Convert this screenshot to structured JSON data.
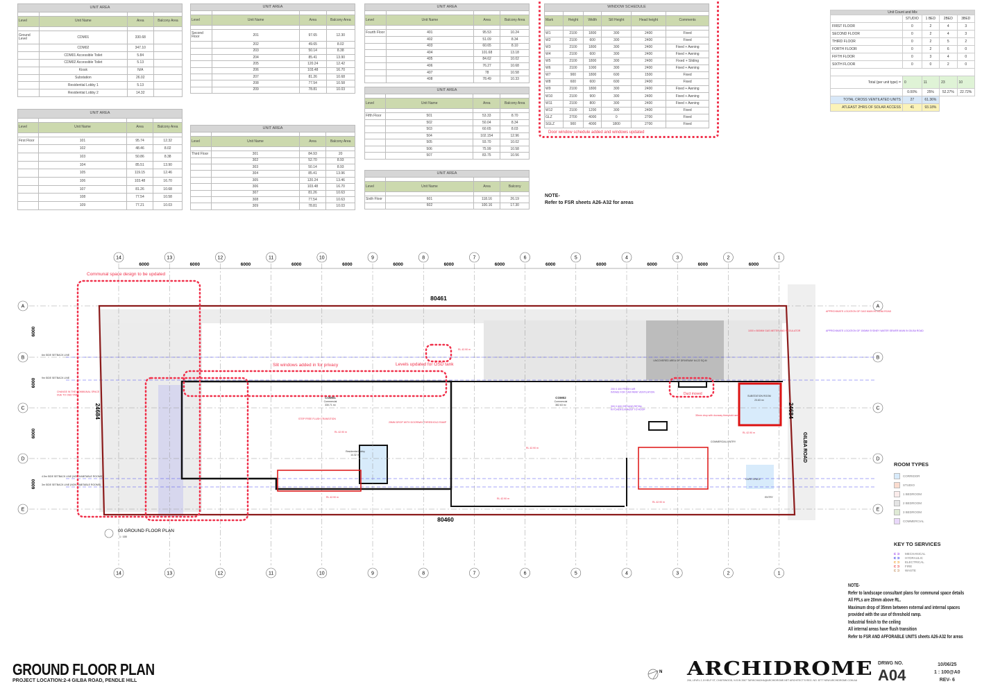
{
  "unit_tables": [
    {
      "title": "UNIT AREA",
      "headers": [
        "Level",
        "Unit Name",
        "Area",
        "Balcony Area"
      ],
      "level": "Ground Level",
      "rows": [
        [
          "CDM01",
          "330.68",
          ""
        ],
        [
          "CDM02",
          "347.10",
          ""
        ],
        [
          "CDM01 Accessible Toilet",
          "5.84",
          ""
        ],
        [
          "CDM02 Accessible Toilet",
          "5.13",
          ""
        ],
        [
          "Kiosk",
          "N/A",
          ""
        ],
        [
          "Substation",
          "26.02",
          ""
        ],
        [
          "Residential Lobby 1",
          "5.13",
          ""
        ],
        [
          "Residential Lobby 2",
          "14.32",
          ""
        ]
      ]
    },
    {
      "title": "UNIT AREA",
      "headers": [
        "Level",
        "Unit Name",
        "Area",
        "Balcony Area"
      ],
      "level": "First Floor",
      "rows": [
        [
          "101",
          "95.74",
          "12.32"
        ],
        [
          "102",
          "48.46",
          "8.02"
        ],
        [
          "103",
          "50.86",
          "8.38"
        ],
        [
          "104",
          "85.51",
          "13.90"
        ],
        [
          "105",
          "119.15",
          "12.46"
        ],
        [
          "106",
          "103.48",
          "16.70"
        ],
        [
          "107",
          "81.26",
          "10.68"
        ],
        [
          "108",
          "77.54",
          "10.58"
        ],
        [
          "109",
          "77.21",
          "10.03"
        ]
      ]
    },
    {
      "title": "UNIT AREA",
      "headers": [
        "Level",
        "Unit Name",
        "Area",
        "Balcony Area"
      ],
      "level": "Second Floor",
      "rows": [
        [
          "201",
          "97.65",
          "12.30"
        ],
        [
          "202",
          "49.65",
          "8.02"
        ],
        [
          "203",
          "50.14",
          "8.38"
        ],
        [
          "204",
          "85.41",
          "13.90"
        ],
        [
          "205",
          "120.24",
          "12.42"
        ],
        [
          "206",
          "103.48",
          "16.70"
        ],
        [
          "207",
          "81.26",
          "10.68"
        ],
        [
          "208",
          "77.54",
          "10.58"
        ],
        [
          "209",
          "78.81",
          "10.03"
        ]
      ]
    },
    {
      "title": "UNIT AREA",
      "headers": [
        "Level",
        "Unit Name",
        "Area",
        "Balcony Area"
      ],
      "level": "Third Floor",
      "rows": [
        [
          "301",
          "84.93",
          "20"
        ],
        [
          "302",
          "52.70",
          "8.93"
        ],
        [
          "303",
          "50.14",
          "8.93"
        ],
        [
          "304",
          "85.41",
          "13.96"
        ],
        [
          "305",
          "120.24",
          "13.46"
        ],
        [
          "306",
          "103.48",
          "16.70"
        ],
        [
          "307",
          "81.26",
          "10.63"
        ],
        [
          "308",
          "77.54",
          "10.63"
        ],
        [
          "309",
          "78.81",
          "10.03"
        ]
      ]
    },
    {
      "title": "UNIT AREA",
      "headers": [
        "Level",
        "Unit Name",
        "Area",
        "Balcony Area"
      ],
      "level": "Fourth Floor",
      "rows": [
        [
          "401",
          "95.53",
          "10.24"
        ],
        [
          "402",
          "51.09",
          "8.34"
        ],
        [
          "403",
          "60.65",
          "8.10"
        ],
        [
          "404",
          "101.68",
          "13.18"
        ],
        [
          "405",
          "84.62",
          "10.02"
        ],
        [
          "406",
          "76.27",
          "10.68"
        ],
        [
          "407",
          "78",
          "10.58"
        ],
        [
          "408",
          "78.49",
          "10.33"
        ]
      ]
    },
    {
      "title": "UNIT AREA",
      "headers": [
        "Level",
        "Unit Name",
        "Area",
        "Balcony Area"
      ],
      "level": "Fifth Floor",
      "rows": [
        [
          "501",
          "53.33",
          "8.70"
        ],
        [
          "502",
          "50.04",
          "8.34"
        ],
        [
          "503",
          "60.65",
          "8.03"
        ],
        [
          "504",
          "102.154",
          "12.96"
        ],
        [
          "505",
          "93.70",
          "10.02"
        ],
        [
          "506",
          "75.99",
          "10.58"
        ],
        [
          "507",
          "83.75",
          "10.56"
        ]
      ]
    },
    {
      "title": "UNIT AREA",
      "headers": [
        "Level",
        "Unit Name",
        "Area",
        "Balcony"
      ],
      "level": "Sixth Floor",
      "rows": [
        [
          "601",
          "118.16",
          "26.19"
        ],
        [
          "602",
          "100.16",
          "17.30"
        ]
      ]
    }
  ],
  "window_schedule": {
    "title": "WINDOW SCHEDULE",
    "headers": [
      "Mark",
      "Height",
      "Width",
      "Sill Height",
      "Head height",
      "Comments"
    ],
    "rows": [
      [
        "W1",
        "2100",
        "1800",
        "300",
        "2400",
        "Fixed"
      ],
      [
        "W2",
        "2100",
        "600",
        "300",
        "2400",
        "Fixed"
      ],
      [
        "W3",
        "2100",
        "1800",
        "300",
        "2400",
        "Fixed + Awning"
      ],
      [
        "W4",
        "2100",
        "600",
        "300",
        "2400",
        "Fixed + Awning"
      ],
      [
        "W5",
        "2100",
        "1800",
        "300",
        "2400",
        "Fixed + Sliding"
      ],
      [
        "W6",
        "2100",
        "1000",
        "300",
        "2400",
        "Fixed + Awning"
      ],
      [
        "W7",
        "900",
        "1800",
        "600",
        "1500",
        "Fixed"
      ],
      [
        "W8",
        "600",
        "600",
        "600",
        "2400",
        "Fixed"
      ],
      [
        "W9",
        "2100",
        "1800",
        "300",
        "2400",
        "Fixed + Awning"
      ],
      [
        "W10",
        "2100",
        "900",
        "300",
        "2400",
        "Fixed + Awning"
      ],
      [
        "W11",
        "2100",
        "800",
        "300",
        "2400",
        "Fixed + Awning"
      ],
      [
        "W12",
        "2100",
        "1200",
        "300",
        "2400",
        "Fixed"
      ],
      [
        "GLZ",
        "2700",
        "4000",
        "0",
        "2700",
        "Fixed"
      ],
      [
        "SGLZ",
        "900",
        "4000",
        "1800",
        "2700",
        "Fixed"
      ]
    ],
    "cloud_note": "Door window schedule added and windows updated"
  },
  "unit_count": {
    "title": "Unit Count and Mix",
    "cols": [
      "STUDIO",
      "1 BED",
      "2BED",
      "3BED"
    ],
    "rows": [
      [
        "FIRST FLOOR",
        "0",
        "2",
        "4",
        "3"
      ],
      [
        "SECOND FLOOR",
        "0",
        "2",
        "4",
        "3"
      ],
      [
        "THIRD FLOOR",
        "0",
        "2",
        "5",
        "2"
      ],
      [
        "FORTH FLOOR",
        "0",
        "2",
        "6",
        "0"
      ],
      [
        "FIFTH FLOOR",
        "0",
        "3",
        "4",
        "0"
      ],
      [
        "SIXTH FLOOR",
        "0",
        "0",
        "2",
        "0"
      ]
    ],
    "total_label": "Total (per unit type) =",
    "totals": [
      "0",
      "11",
      "23",
      "10"
    ],
    "percents": [
      "0.00%",
      "25%",
      "52.27%",
      "22.72%"
    ],
    "cross_vent": {
      "label": "TOTAL CROSS VENTILATED UNITS",
      "count": "27",
      "pct": "61.36%"
    },
    "solar": {
      "label": "ATLEAST 2HRS OF SOLAR ACCESS",
      "count": "41",
      "pct": "93.18%"
    }
  },
  "fsr_note": {
    "title": "NOTE-",
    "text": "Refer to FSR sheets A26-A32 for areas"
  },
  "plan": {
    "grid_cols": [
      "14",
      "13",
      "12",
      "11",
      "10",
      "9",
      "8",
      "7",
      "6",
      "5",
      "4",
      "3",
      "2",
      "1"
    ],
    "grid_rows": [
      "A",
      "B",
      "C",
      "D",
      "E"
    ],
    "col_dim": "6000",
    "row_dim": "6000",
    "dim_top": "80461",
    "dim_bottom": "80460",
    "dim_side": "24684",
    "view_title": "00 GROUND FLOOR PLAN",
    "view_scale": "1 : 100",
    "clouds": {
      "communal": "Communal space design to be updated",
      "slit": "Slit windows added in for privacy",
      "osd": "Levels updated for OSD tank",
      "duct": "Duct moved"
    },
    "setbacks": [
      "6m SIDE SETBACK LINE",
      "9m SIDE SETBACK LINE",
      "4.5m SIDE SETBACK LINE (NON HABITABLE ROOMS)",
      "3m SIDE SETBACK LINE (NON HABITABLE ROOMS)"
    ],
    "rooms": {
      "com01": "COM01",
      "com01_sub": "Commercial",
      "com01_area": "330.71 m²",
      "com02": "COM02",
      "com02_sub": "Commercial",
      "com02_area": "382.63 m²",
      "lobby": "Residential Lobby",
      "lobby_area": "14.32 m²",
      "substation": "SUBSTATION ROOM",
      "substation_area": "23.63 m²",
      "driveway": "UNCOVERED AREA OF DRIVEWAY 64.22 SQ.M",
      "cafe": "CAFE SPACE",
      "comm_entry": "COMMERCIAL ENTRY",
      "entry": "ENTRY"
    },
    "road": "GILBA ROAD",
    "annotations": {
      "change_communal": "CHANGE IN THE COMMUNAL SPACE DUE TO OSD TANK",
      "gas_main": "APPROXIMATE LOCATION OF GAS MAIN IN GILBA ROAD",
      "sewer": "APPROXIMATE LOCATION OF 150MM SYDNEY WATER SEWER MAIN IN GILBA ROAD",
      "gas_meter": "1000 x 500MM GAS METER AND REGULATOR",
      "step_free": "STEP FREE FLUSH TRANSITION",
      "drop25": "25MM DROP WITH DOORWAY THRESHOLD RAMP",
      "drop35": "35mm drop with doorway threshold ramp",
      "rl": "RL 42.90 m",
      "fresh_air": "200 X 400 FRESH AIR INTAKE FOR CAR PARK VENTILATION",
      "kitchen": "300 X 600 GROUND RETAIL KITCHEN EXHAUST TO ROOF"
    }
  },
  "legend": {
    "room_types_title": "ROOM TYPES",
    "room_types": [
      {
        "label": "CORRIDOR",
        "color": "#d8ebfb"
      },
      {
        "label": "STUDIO",
        "color": "#fbdccf"
      },
      {
        "label": "1 BEDROOM",
        "color": "#fbeceb"
      },
      {
        "label": "2 BEDROOM",
        "color": "#e4e4e4"
      },
      {
        "label": "3 BEDROOM",
        "color": "#dfead5"
      },
      {
        "label": "COMMERCIAL",
        "color": "#e9d8fa"
      }
    ],
    "services_title": "KEY TO SERVICES",
    "services": [
      {
        "label": "MECHANICAL",
        "color": "#c58cf2"
      },
      {
        "label": "HYDRAULIC",
        "color": "#7a7af0"
      },
      {
        "label": "ELECTRICAL",
        "color": "#f5c27a"
      },
      {
        "label": "FIRE",
        "color": "#f28a8a"
      },
      {
        "label": "WASTE",
        "color": "#d8b89a"
      }
    ]
  },
  "notes": {
    "title": "NOTE-",
    "lines": [
      "Refer to landscape consultant plans for communal space details",
      "All FFLs are 20mm above RL.",
      "Maximum drop of 35mm between external and internal spaces",
      "provided with the use of threshold ramp.",
      "Industrial finish to the ceiling",
      "All internal areas have flush transition",
      "Refer to FSR AND AFFORABLE UNITS  sheets A26-A32 for areas"
    ]
  },
  "title_block": {
    "title": "GROUND FLOOR PLAN",
    "location": "PROJECT LOCATION:2-4 GILBA ROAD, PENDLE HILL",
    "logo": "ARCHIDROME",
    "address": "206, LEVEL 2, 8 HELP ST, CHATSWOOD, N.S.W 2067   TARIKCHADHA@ARCHIDROME.NET   ARCHITECT'S REG. NO. 8777 NSW   ARCHIDROME.COM.AU",
    "drwg_label": "DRWG NO.",
    "drwg_no": "A04",
    "date": "10/06/25",
    "scale": "1 : 100@A0",
    "rev": "REV- 6",
    "north": "N"
  },
  "colors": {
    "cloud": "#f0304a",
    "boundary": "#8b1a1a",
    "header_green": "#ccd9ae",
    "setback": "#4b4bf0"
  }
}
